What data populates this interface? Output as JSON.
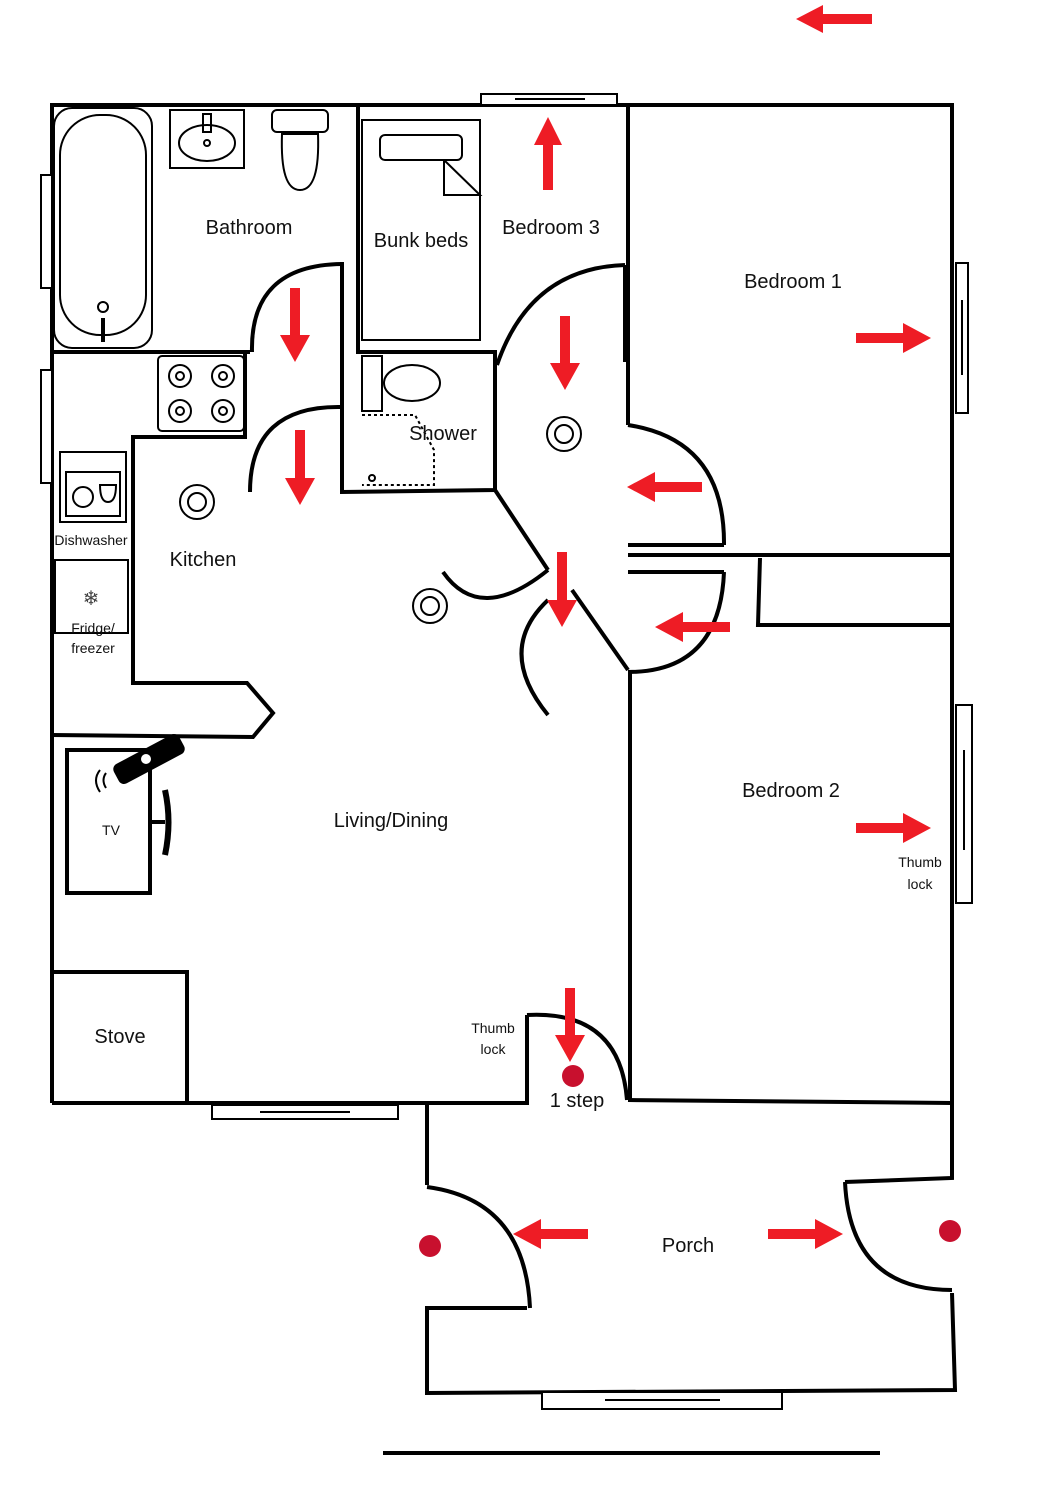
{
  "rooms": {
    "bathroom": "Bathroom",
    "bunk_beds": "Bunk beds",
    "bedroom3": "Bedroom 3",
    "bedroom1": "Bedroom 1",
    "shower": "Shower",
    "dishwasher": "Dishwasher",
    "kitchen": "Kitchen",
    "fridge_line1": "Fridge/",
    "fridge_line2": "freezer",
    "tv": "TV",
    "living": "Living/Dining",
    "bedroom2": "Bedroom 2",
    "stove": "Stove",
    "porch": "Porch"
  },
  "notes": {
    "thumb_lock_1a": "Thumb",
    "thumb_lock_1b": "lock",
    "thumb_lock_2a": "Thumb",
    "thumb_lock_2b": "lock",
    "one_step": "1 step"
  },
  "colors": {
    "arrow": "#ee1c25",
    "marker": "#c8102e"
  }
}
